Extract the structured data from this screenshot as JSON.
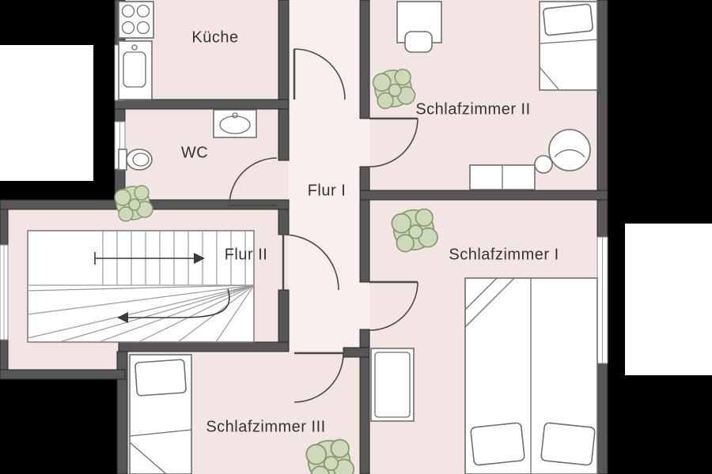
{
  "app": {
    "type": "apartment-floor-plan"
  },
  "palette": {
    "background": "#000000",
    "floor": "#f2e5e3",
    "floor_light": "#f7efee",
    "wall": "#575757",
    "outside": "#ffffff",
    "furniture_stroke": "#6e6e6e",
    "plant_fill": "#cdd9ba",
    "plant_stroke": "#86976d",
    "text": "#333333"
  },
  "rooms": [
    {
      "id": "kueche",
      "label": "Küche"
    },
    {
      "id": "schlafzimmer-2",
      "label": "Schlafzimmer II"
    },
    {
      "id": "wc",
      "label": "WC"
    },
    {
      "id": "flur-1",
      "label": "Flur I"
    },
    {
      "id": "flur-2",
      "label": "Flur II"
    },
    {
      "id": "schlafzimmer-1",
      "label": "Schlafzimmer I"
    },
    {
      "id": "schlafzimmer-3",
      "label": "Schlafzimmer III"
    }
  ],
  "furniture": {
    "kueche": [
      "stove-icon",
      "kitchen-counter-sink-icon"
    ],
    "wc": [
      "washbasin-icon",
      "toilet-icon",
      "plant-icon"
    ],
    "schlafzimmer-2": [
      "desk-icon",
      "chair-icon",
      "single-bed-icon",
      "plant-icon",
      "dresser-icon",
      "armchair-icon",
      "side-table-icon"
    ],
    "schlafzimmer-1": [
      "plant-icon",
      "wardrobe-icon",
      "double-bed-icon"
    ],
    "schlafzimmer-3": [
      "single-bed-icon",
      "plant-icon"
    ],
    "treppenhaus": [
      "stairs-icon",
      "up-direction-arrow-icon"
    ],
    "doors": [
      "door-swing-icon"
    ]
  }
}
